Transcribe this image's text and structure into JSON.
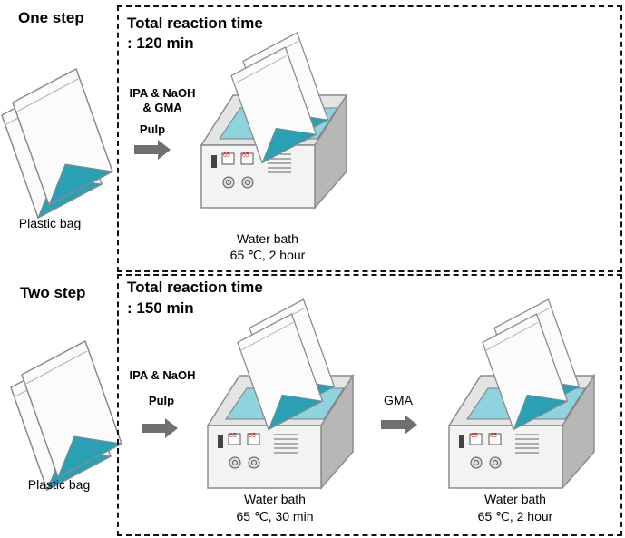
{
  "one_step": {
    "label": "One step",
    "total_time_title": "Total reaction time",
    "total_time_value": ": 120 min",
    "bag_label": "Plastic bag",
    "reagents": [
      "IPA & NaOH",
      "& GMA"
    ],
    "pulp_label": "Pulp",
    "bath_caption": "Water bath",
    "bath_condition": "65 ℃, 2 hour",
    "display_readout": "65"
  },
  "two_step": {
    "label": "Two step",
    "total_time_title": "Total reaction time",
    "total_time_value": ": 150 min",
    "bag_label": "Plastic bag",
    "reagents": [
      "IPA & NaOH"
    ],
    "pulp_label": "Pulp",
    "bath1_caption": "Water bath",
    "bath1_condition": "65 ℃, 30 min",
    "gma_label": "GMA",
    "bath2_caption": "Water bath",
    "bath2_condition": "65 ℃, 2 hour",
    "display_readout": "65"
  },
  "colors": {
    "water": "#8fd3de",
    "bag_triangle": "#2aa0b5",
    "bath_front": "#f3f3f3",
    "bath_side": "#b7b7b7",
    "arrow": "#707070",
    "display_text": "#e02020"
  }
}
